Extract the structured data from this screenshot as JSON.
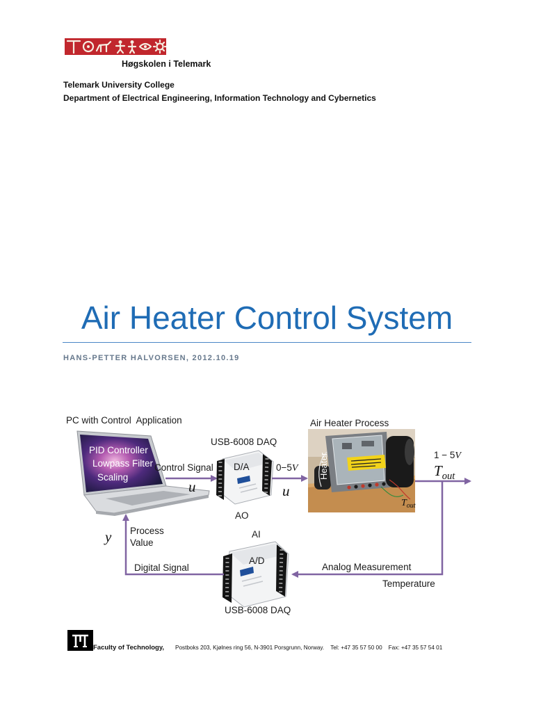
{
  "header": {
    "logo_text": "Høgskolen i Telemark",
    "institution": "Telemark University College",
    "department": "Department of Electrical Engineering, Information Technology and Cybernetics"
  },
  "title": "Air Heater Control System",
  "author_line": "HANS-PETTER HALVORSEN, 2012.10.19",
  "diagram": {
    "pc_label": "PC with Control  Application",
    "screen_lines": [
      "PID Controller",
      "Lowpass Filter",
      "Scaling"
    ],
    "control_signal": "Control Signal",
    "u_symbol": "u",
    "daq_top_label": "USB-6008 DAQ",
    "da_label": "D/A",
    "ao_label": "AO",
    "output_range": {
      "value": "0−5",
      "unit": "V"
    },
    "process_label": "Air Heater Process",
    "heater_label": "Heater",
    "tout": {
      "symbol": "T",
      "subscript": "out"
    },
    "input_range": {
      "value": "1 − 5",
      "unit": "V"
    },
    "analog_measurement": "Analog Measurement",
    "temperature": "Temperature",
    "ai_label": "AI",
    "ad_label": "A/D",
    "daq_bottom_label": "USB-6008 DAQ",
    "digital_signal": "Digital Signal",
    "y_symbol": "y",
    "process_value_lines": [
      "Process",
      "Value"
    ]
  },
  "footer": {
    "faculty": "Faculty of Technology,",
    "address": "Postboks 203, Kjølnes ring 56, N-3901 Porsgrunn, Norway.",
    "phone": "Tel: +47 35 57 50 00",
    "fax": "Fax: +47 35 57 54 01"
  },
  "colors": {
    "logo_red": "#c1272d",
    "title_blue": "#1f6cb5",
    "rule_blue": "#4a86c6",
    "author_gray": "#66788c",
    "arrow_purple": "#8064a2"
  }
}
